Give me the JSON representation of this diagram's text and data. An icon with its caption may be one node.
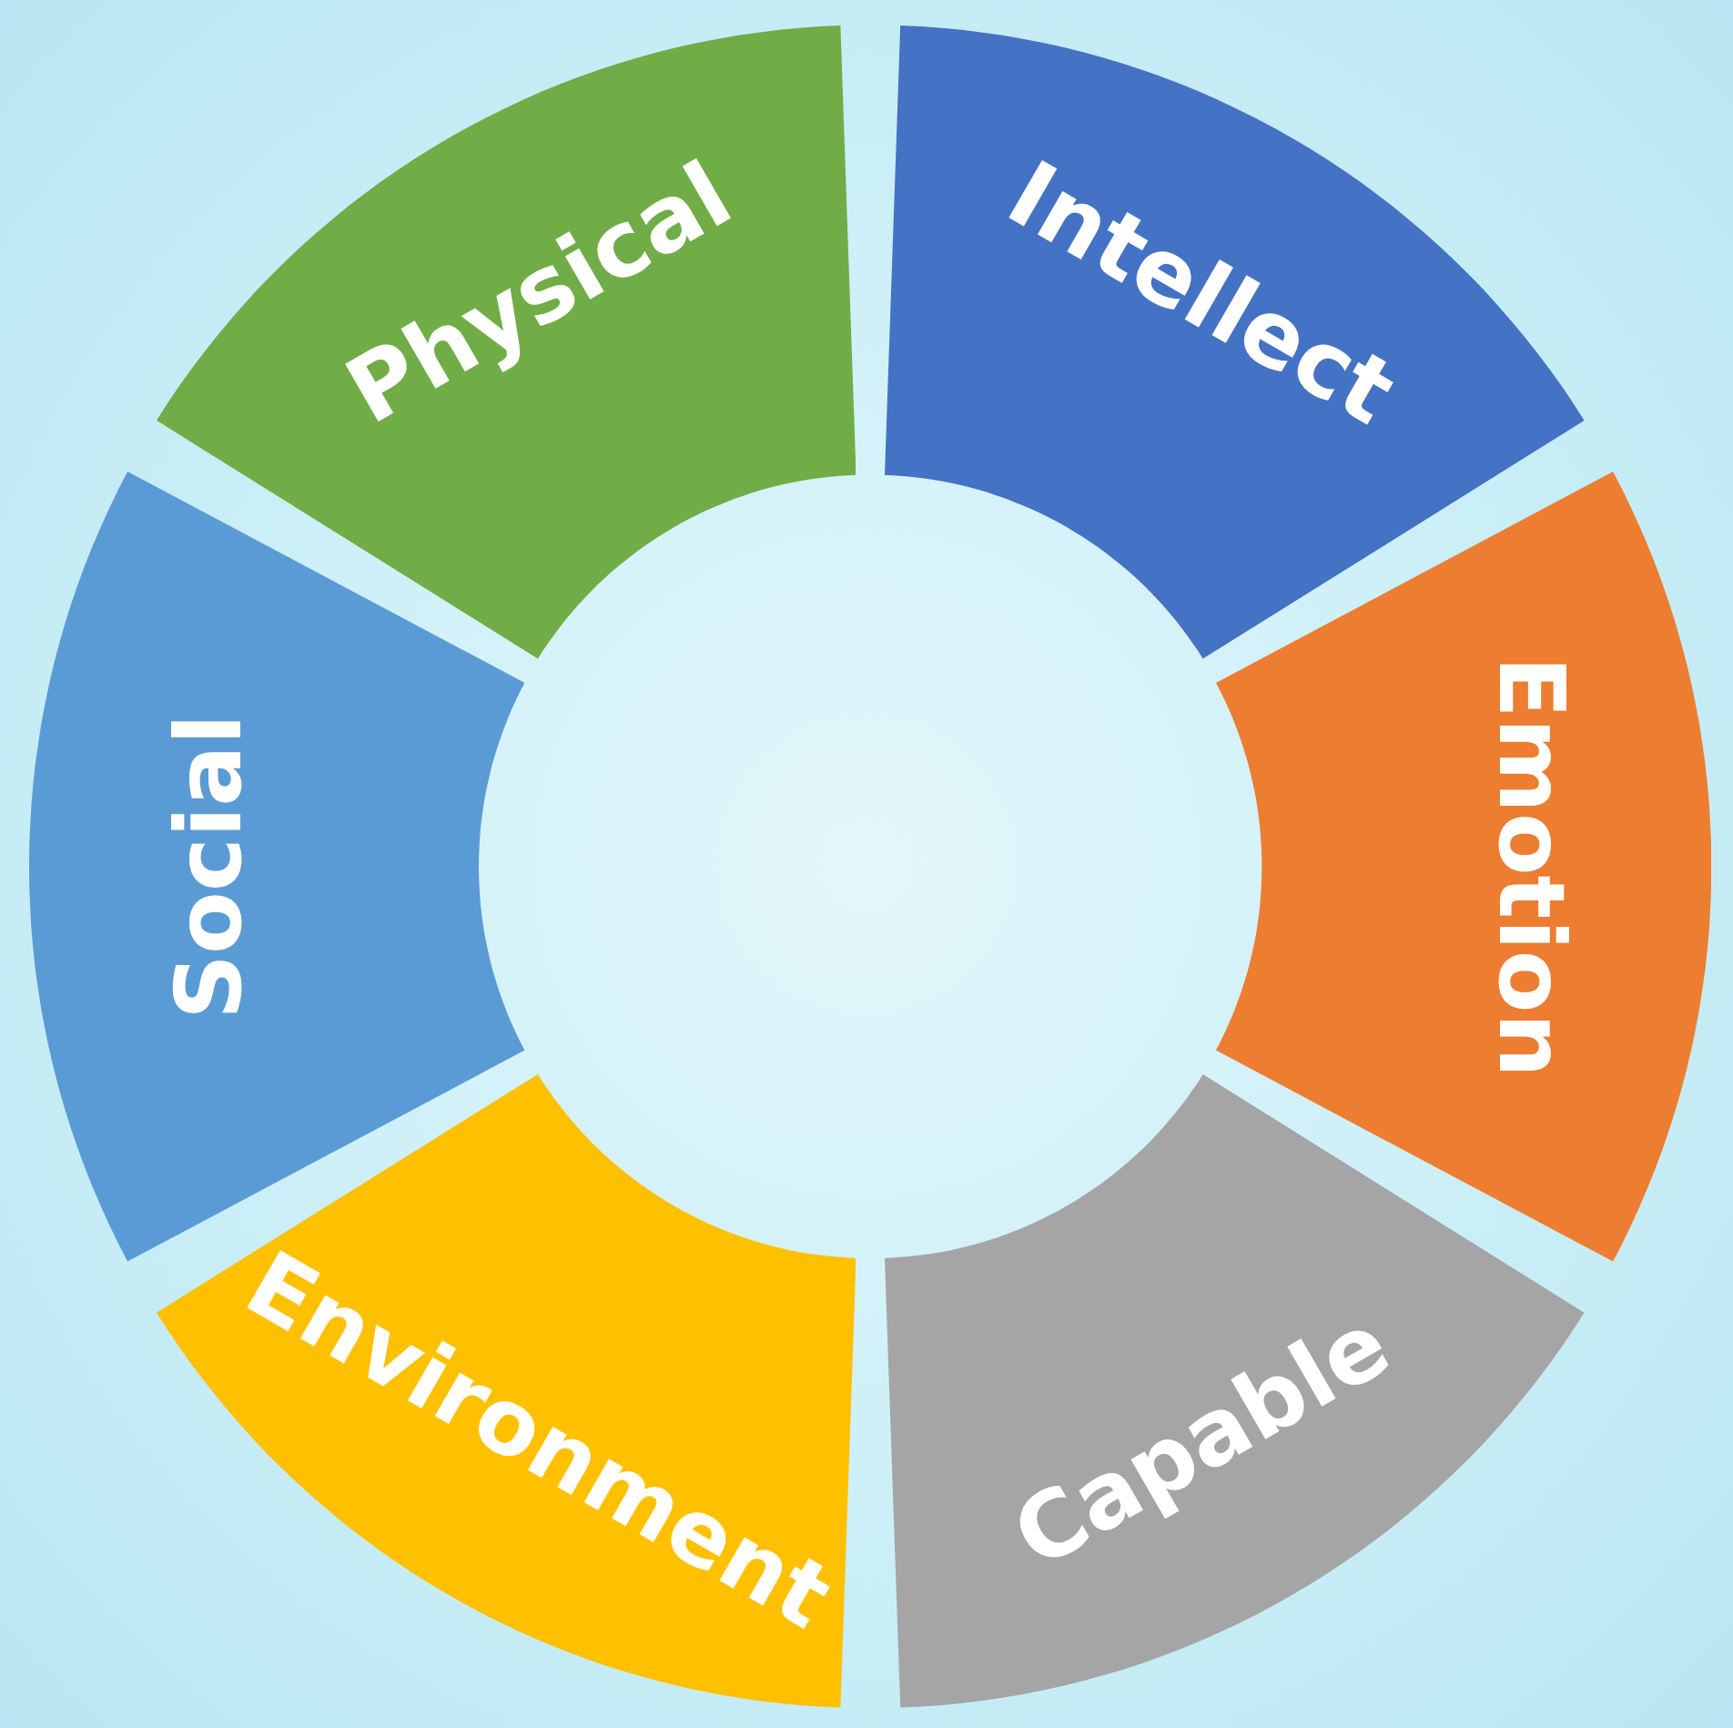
{
  "diagram": {
    "nodes": [
      {
        "text": [
          "Physical"
        ]
      },
      {
        "text": [
          "Intellect"
        ]
      },
      {
        "text": [
          "Emotion"
        ]
      },
      {
        "text": [
          "Capable"
        ]
      },
      {
        "text": [
          "Environment"
        ]
      },
      {
        "text": [
          "Social"
        ]
      }
    ]
  }
}
